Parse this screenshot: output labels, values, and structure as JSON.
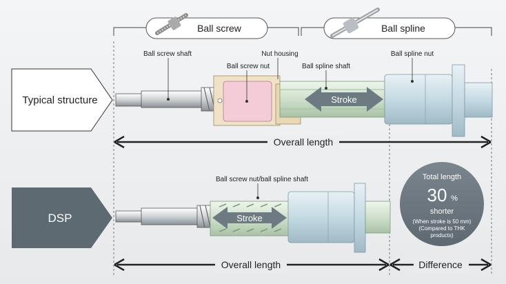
{
  "header": {
    "ball_screw": "Ball screw",
    "ball_spline": "Ball spline"
  },
  "typical": {
    "title": "Typical structure",
    "labels": {
      "ball_screw_shaft": "Ball screw shaft",
      "nut_housing": "Nut housing",
      "ball_screw_nut": "Ball screw nut",
      "ball_spline_shaft": "Ball spline shaft",
      "ball_spline_nut": "Ball spline nut"
    },
    "stroke": "Stroke",
    "overall_length": "Overall length"
  },
  "dsp": {
    "title": "DSP",
    "labels": {
      "nut_shaft": "Ball screw nut/ball spline shaft"
    },
    "stroke": "Stroke",
    "overall_length": "Overall length",
    "difference": "Difference"
  },
  "badge": {
    "line1": "Total length",
    "value": "30",
    "unit": "%",
    "line2": "shorter",
    "note1": "(When stroke is 50 mm)",
    "note2": "(Compared to THK",
    "note3": "products)"
  },
  "colors": {
    "dark_panel": "#5e6a72",
    "badge": "#6b7680",
    "nut_pink": "#f3ccd8",
    "housing_tan": "#f0e2c6",
    "spline_green": "#d5e3d3",
    "nut_blue": "#c9dde6",
    "stroke_arrow": "#6e7a82"
  }
}
